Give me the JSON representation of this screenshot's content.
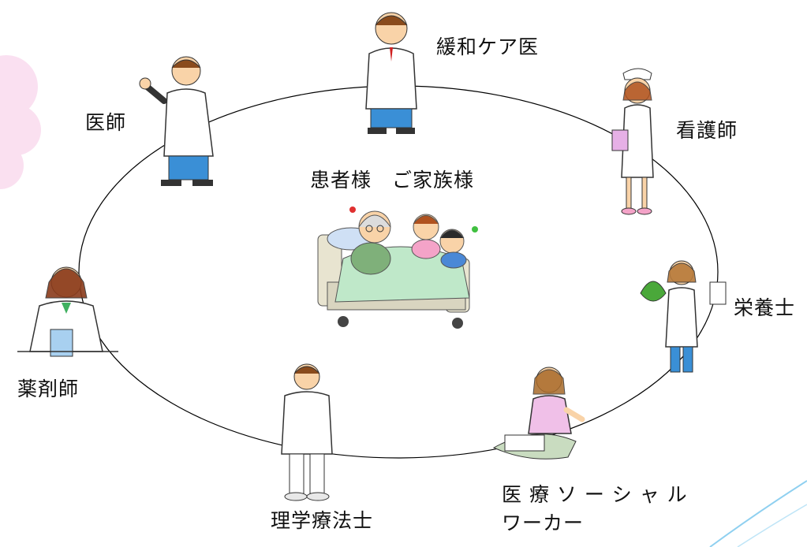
{
  "center": {
    "label": "患者様　ご家族様"
  },
  "roles": {
    "palliative_doctor": "緩和ケア医",
    "doctor": "医師",
    "nurse": "看護師",
    "dietitian": "栄養士",
    "pharmacist": "薬剤師",
    "physical_therapist": "理学療法士",
    "social_worker_line1": "医 療 ソ ー シ ャ ル",
    "social_worker_line2": "ワーカー"
  },
  "colors": {
    "ring_stroke": "#000000",
    "coat": "#ffffff",
    "pants_blue": "#3a8fd6",
    "skin": "#f9d3a8",
    "hair_brown": "#8a4b1c",
    "bed_green": "#cbe9b0",
    "blanket_mint": "#bfe8c9",
    "accent_pink": "#f4a3c8",
    "decor_pink": "#f2a7d6",
    "decor_line": "#8fd0f0"
  }
}
